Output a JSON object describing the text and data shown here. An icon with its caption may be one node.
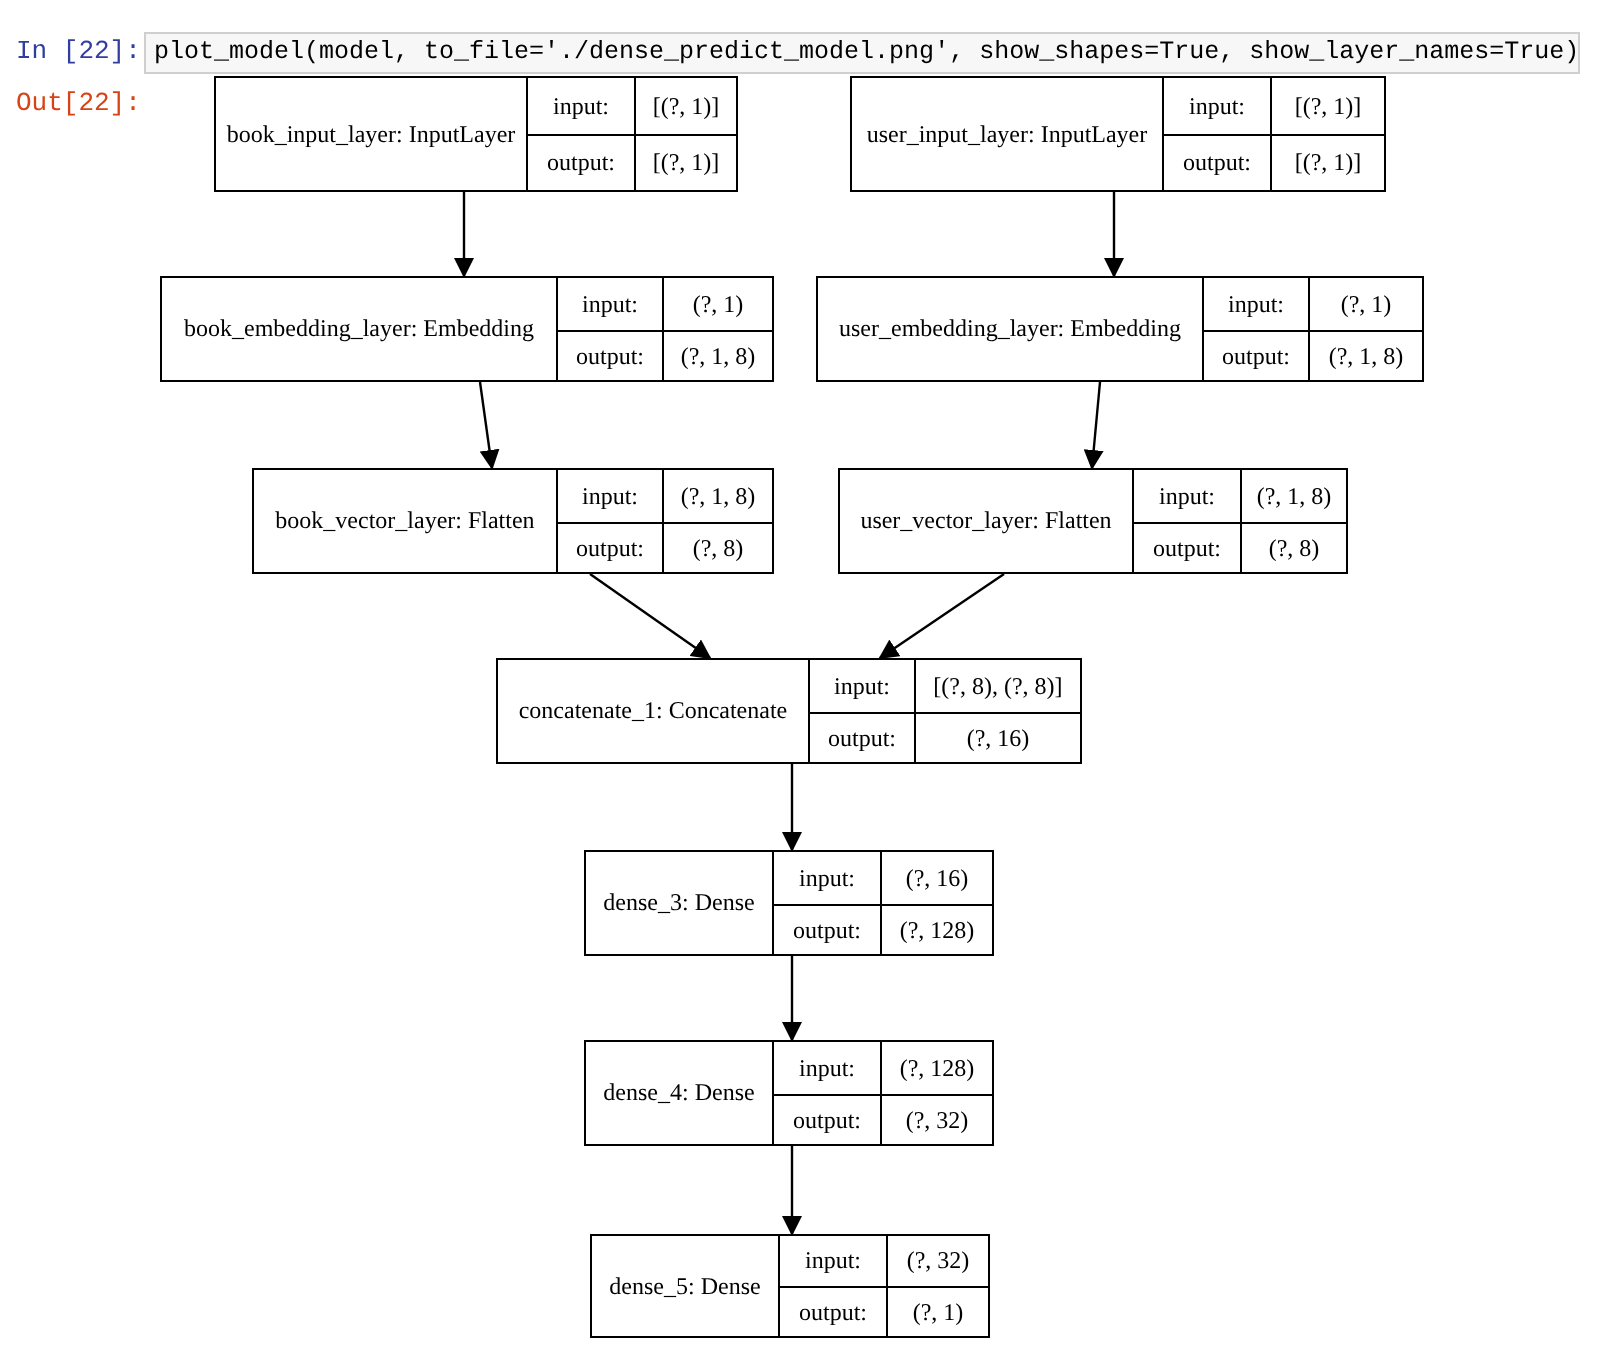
{
  "diagram": {
    "nodes": [
      {
        "text": [
          "book_input_layer: InputLayer",
          "input:",
          "[(?, 1)]",
          "output:",
          "[(?, 1)]"
        ]
      },
      {
        "text": [
          "user_input_layer: InputLayer",
          "input:",
          "[(?, 1)]",
          "output:",
          "[(?, 1)]"
        ]
      },
      {
        "text": [
          "book_embedding_layer: Embedding",
          "input:",
          "(?, 1)",
          "output:",
          "(?, 1, 8)"
        ]
      },
      {
        "text": [
          "user_embedding_layer: Embedding",
          "input:",
          "(?, 1)",
          "output:",
          "(?, 1, 8)"
        ]
      },
      {
        "text": [
          "book_vector_layer: Flatten",
          "input:",
          "(?, 1, 8)",
          "output:",
          "(?, 8)"
        ]
      },
      {
        "text": [
          "user_vector_layer: Flatten",
          "input:",
          "(?, 1, 8)",
          "output:",
          "(?, 8)"
        ]
      },
      {
        "text": [
          "concatenate_1: Concatenate",
          "input:",
          "[(?, 8), (?, 8)]",
          "output:",
          "(?, 16)"
        ]
      },
      {
        "text": [
          "dense_3: Dense",
          "input:",
          "(?, 16)",
          "output:",
          "(?, 128)"
        ]
      },
      {
        "text": [
          "dense_4: Dense",
          "input:",
          "(?, 128)",
          "output:",
          "(?, 32)"
        ]
      },
      {
        "text": [
          "dense_5: Dense",
          "input:",
          "(?, 32)",
          "output:",
          "(?, 1)"
        ]
      }
    ],
    "edges": [
      {
        "from": 0,
        "to": 2,
        "arrow": "to"
      },
      {
        "from": 1,
        "to": 3,
        "arrow": "to"
      },
      {
        "from": 2,
        "to": 4,
        "arrow": "to"
      },
      {
        "from": 3,
        "to": 5,
        "arrow": "to"
      },
      {
        "from": 4,
        "to": 6,
        "arrow": "to"
      },
      {
        "from": 5,
        "to": 6,
        "arrow": "to"
      },
      {
        "from": 6,
        "to": 7,
        "arrow": "to"
      },
      {
        "from": 7,
        "to": 8,
        "arrow": "to"
      },
      {
        "from": 8,
        "to": 9,
        "arrow": "to"
      }
    ],
    "labels": [
      "In [22]:",
      "plot_model(model, to_file='./dense_predict_model.png', show_shapes=True, show_layer_names=True)",
      "Out[22]:"
    ]
  }
}
